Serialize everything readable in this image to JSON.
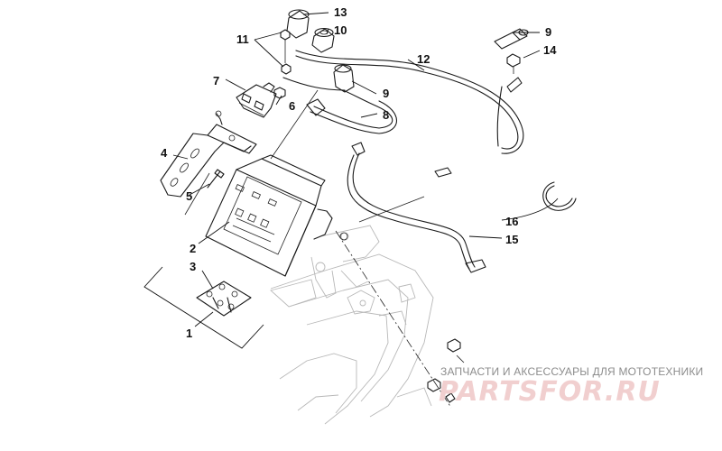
{
  "callouts": [
    {
      "id": "1",
      "label": "1"
    },
    {
      "id": "2",
      "label": "2"
    },
    {
      "id": "3",
      "label": "3"
    },
    {
      "id": "4",
      "label": "4"
    },
    {
      "id": "5",
      "label": "5"
    },
    {
      "id": "6",
      "label": "6"
    },
    {
      "id": "7",
      "label": "7"
    },
    {
      "id": "8",
      "label": "8"
    },
    {
      "id": "9a",
      "label": "9"
    },
    {
      "id": "9b",
      "label": "9"
    },
    {
      "id": "10",
      "label": "10"
    },
    {
      "id": "11",
      "label": "11"
    },
    {
      "id": "12",
      "label": "12"
    },
    {
      "id": "13",
      "label": "13"
    },
    {
      "id": "14",
      "label": "14"
    },
    {
      "id": "15",
      "label": "15"
    },
    {
      "id": "16",
      "label": "16"
    }
  ],
  "watermark": {
    "caption": "ЗАПЧАСТИ И АКСЕССУАРЫ ДЛЯ МОТОТЕХНИКИ",
    "logo": "PARTSFOR.RU"
  }
}
